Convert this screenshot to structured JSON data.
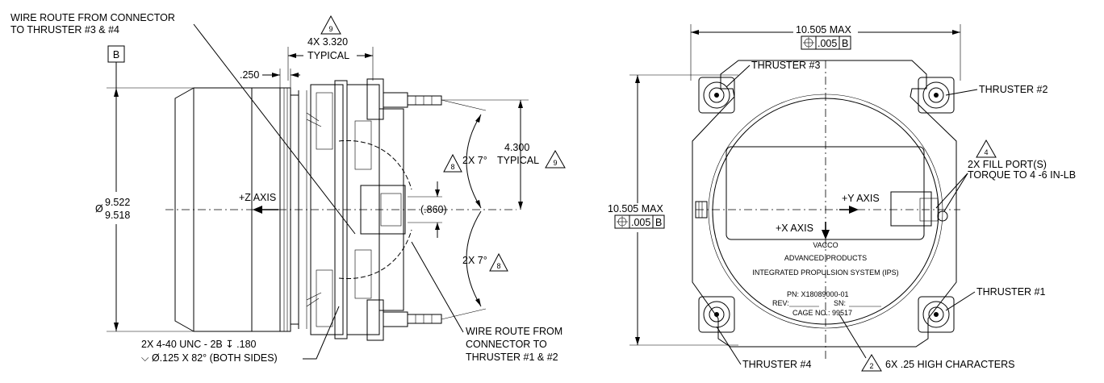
{
  "side_view": {
    "wire_route_top": [
      "WIRE ROUTE FROM CONNECTOR",
      "TO THRUSTER #3 & #4"
    ],
    "datum_b": "B",
    "note9_top": "9",
    "dim_4x": "4X 3.320",
    "typical_top": "TYPICAL",
    "dim_250": ".250",
    "diameter_upper": "9.522",
    "diameter_lower": "9.518",
    "z_axis": "+Z AXIS",
    "angle_top": "2X 7°",
    "note8_top": "8",
    "dim_4300": "4.300",
    "typical_right": "TYPICAL",
    "note9_right": "9",
    "dim_860": "(.860)",
    "angle_bottom": "2X 7°",
    "note8_bottom": "8",
    "hole_callout": "2X 4-40 UNC - 2B ↧ .180",
    "csink_callout": "⌵ Ø.125 X 82° (BOTH SIDES)",
    "wire_route_bottom": [
      "WIRE ROUTE FROM",
      "CONNECTOR TO",
      "THRUSTER #1 & #2"
    ]
  },
  "front_view": {
    "width_max": "10.505 MAX",
    "tol_width": ".005",
    "datum_width": "B",
    "height_max": "10.505 MAX",
    "tol_height": ".005",
    "datum_height": "B",
    "thruster3": "THRUSTER #3",
    "thruster2": "THRUSTER #2",
    "thruster1": "THRUSTER #1",
    "thruster4": "THRUSTER #4",
    "note4": "4",
    "fill_port": "2X FILL PORT(S)",
    "torque": "TORQUE TO 4 -6 IN-LB",
    "y_axis": "+Y AXIS",
    "x_axis": "+X AXIS",
    "plate_lines": [
      "VACCO",
      "ADVANCED PRODUCTS",
      "INTEGRATED PROPULSION SYSTEM  (IPS)"
    ],
    "pn": "PN: X18089000-01",
    "rev": "REV:",
    "sn": "SN:",
    "cage": "CAGE NO.: 99517",
    "note2": "2",
    "chars_note": "6X .25 HIGH CHARACTERS"
  }
}
